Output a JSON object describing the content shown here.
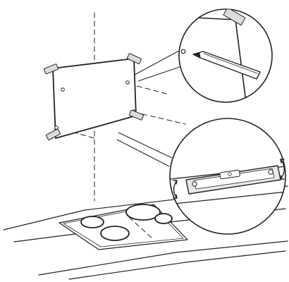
{
  "diagram": {
    "type": "installation-instruction",
    "elements": [
      "wall-template",
      "vertical-center-line",
      "horizontal-guide-lines",
      "screw-hole-marks",
      "tape-corners",
      "pencil-detail",
      "spirit-level-detail",
      "rotation-arrows",
      "cooktop",
      "cooking-zones",
      "countertop"
    ]
  },
  "colors": {
    "line": "#222222",
    "fill": "#ffffff",
    "tape": "#dcdcdc",
    "level": "#e9e9e9"
  }
}
